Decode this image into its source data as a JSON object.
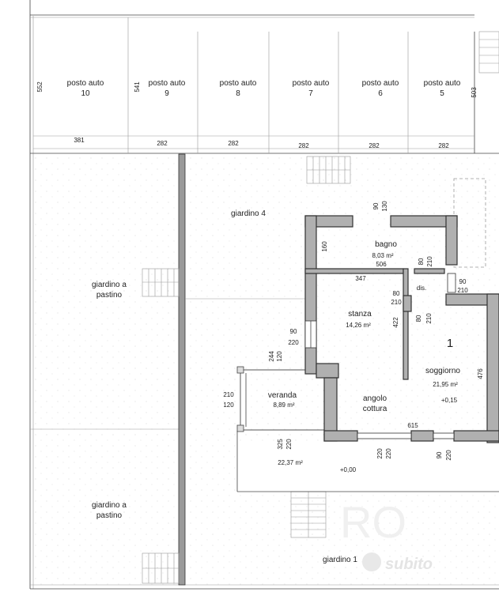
{
  "parking": [
    {
      "label": "posto auto",
      "number": "10",
      "width": "381",
      "depth": "552"
    },
    {
      "label": "posto auto",
      "number": "9",
      "width": "282",
      "depth": "541"
    },
    {
      "label": "posto auto",
      "number": "8",
      "width": "282"
    },
    {
      "label": "posto auto",
      "number": "7",
      "width": "282"
    },
    {
      "label": "posto auto",
      "number": "6",
      "width": "282"
    },
    {
      "label": "posto auto",
      "number": "5",
      "width": "282",
      "depth": "503"
    }
  ],
  "gardens": {
    "garden4": "giardino 4",
    "pastino_top_l1": "giardino a",
    "pastino_top_l2": "pastino",
    "pastino_bot_l1": "giardino a",
    "pastino_bot_l2": "pastino",
    "garden1": "giardino 1"
  },
  "rooms": {
    "bagno": {
      "name": "bagno",
      "area": "8,03 m²"
    },
    "dis": {
      "name": "dis."
    },
    "stanza": {
      "name": "stanza",
      "area": "14,26 m²"
    },
    "soggiorno": {
      "name": "soggiorno",
      "area": "21,95 m²",
      "level": "+0,15"
    },
    "veranda": {
      "name": "veranda",
      "area": "8,89 m²"
    },
    "cottura_l1": "angolo",
    "cottura_l2": "cottura",
    "terrace": {
      "area": "22,37 m²",
      "level": "+0,00"
    }
  },
  "unit_number": "1",
  "dims": {
    "bagno_door_top": "90",
    "bagno_door_bot": "130",
    "bagno_h": "160",
    "bagno_w": "506",
    "d80a_top": "80",
    "d80a_bot": "210",
    "w90_top": "90",
    "w90_bot": "210",
    "stanza_w": "347",
    "d80b_top": "80",
    "d80b_bot": "210",
    "stanza_h": "422",
    "d80c_top": "80",
    "d80c_bot": "210",
    "w90st_top": "90",
    "w90st_bot": "220",
    "v244": "244",
    "v120": "120",
    "v210": "210",
    "v120b": "120",
    "sogg_h": "476",
    "k615": "615",
    "v325": "325",
    "v220": "220",
    "k220a": "220",
    "k220b": "220",
    "s90": "90",
    "s220": "220"
  },
  "watermark": {
    "logo": "subito",
    "overlay": "RO"
  }
}
